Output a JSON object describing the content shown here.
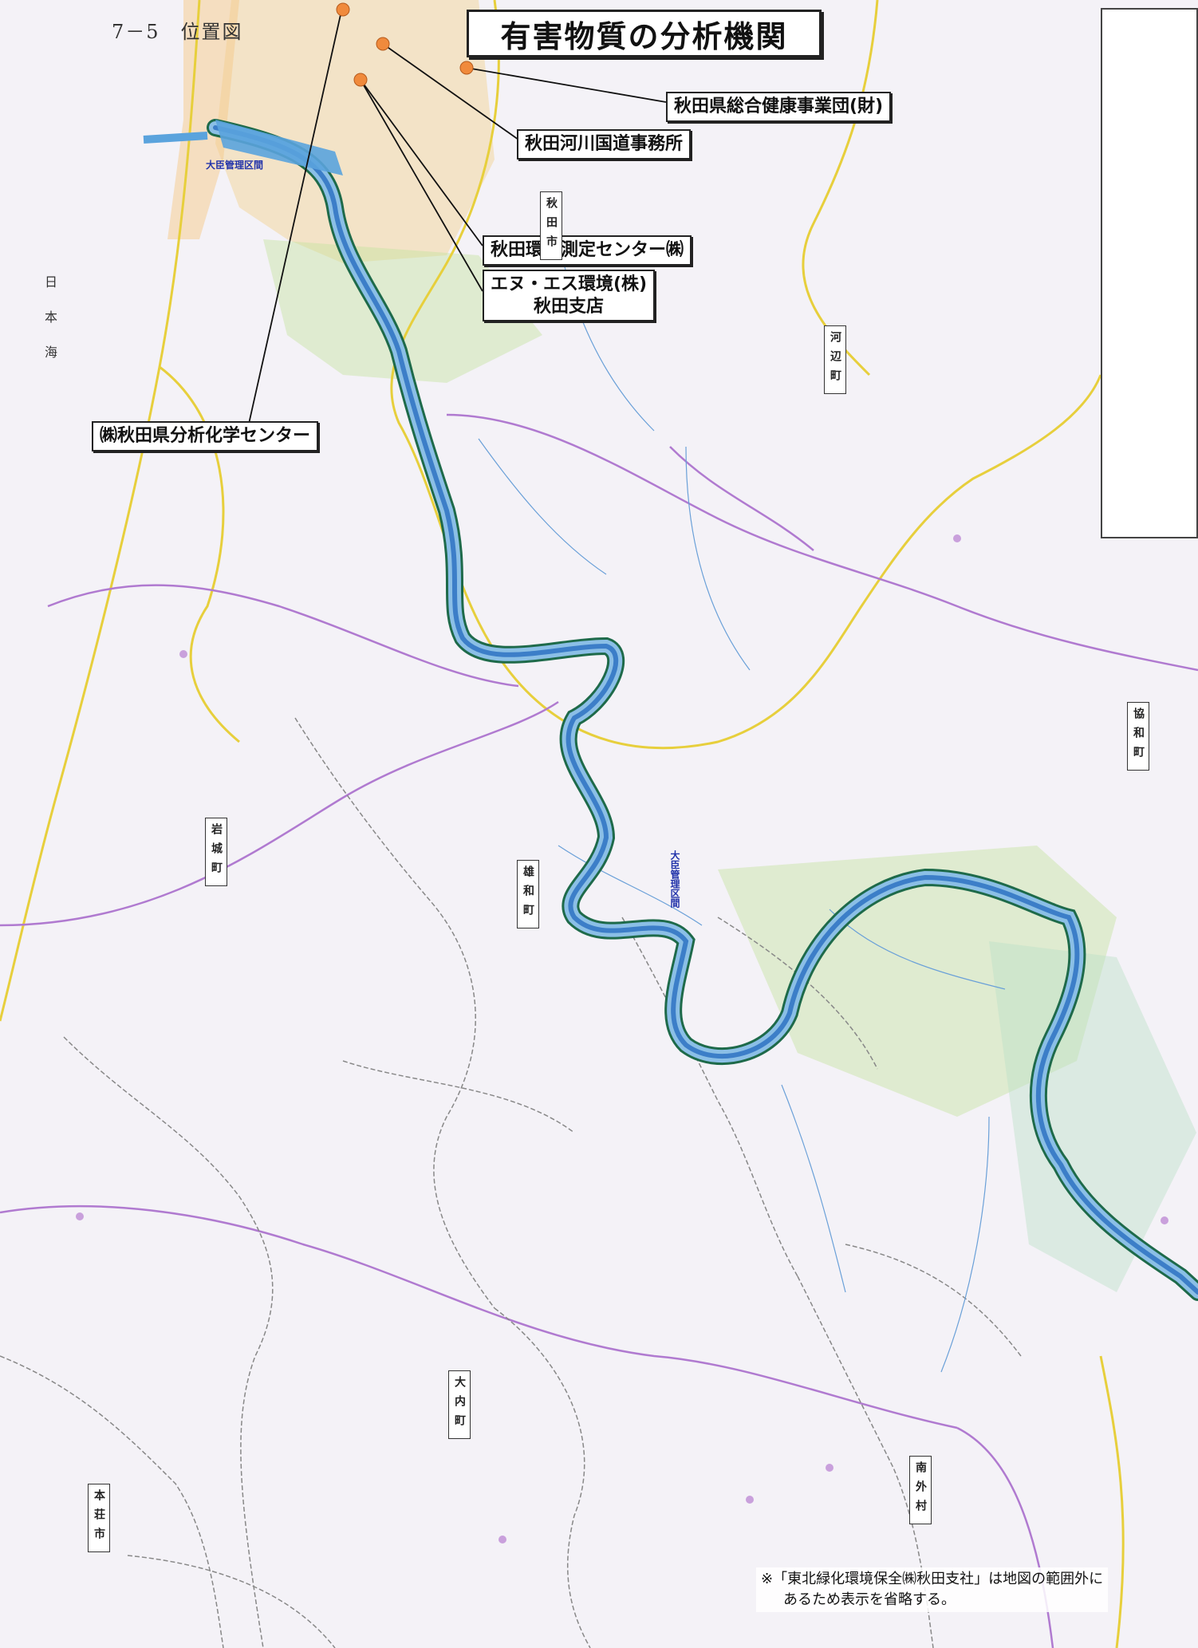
{
  "page_label": "7－5　位置図",
  "title": "有害物質の分析機関",
  "organizations": [
    {
      "id": "soken",
      "label": "秋田県総合健康事業団(財)"
    },
    {
      "id": "kasen",
      "label": "秋田河川国道事務所"
    },
    {
      "id": "kankyo",
      "label": "秋田環境測定センター㈱"
    },
    {
      "id": "nes",
      "label_line1": "エヌ・エス環境(株)",
      "label_line2": "秋田支店"
    },
    {
      "id": "bunseki",
      "label": "㈱秋田県分析化学センター"
    }
  ],
  "sea_label": "日本海",
  "municipalities": {
    "akita": "秋田市",
    "kawabe": "河辺町",
    "kyowa_upper": "協和町",
    "iwaki": "岩城町",
    "yuwa": "雄和町",
    "ouchi": "大内町",
    "honjo": "本荘市",
    "minamisoto": "南外村"
  },
  "blue_labels": {
    "kanri1": "大臣管理区間",
    "kanri2": "大臣管理区間"
  },
  "note": {
    "line1": "※「東北緑化環境保全㈱秋田支社」は地図の範囲外に",
    "line2": "あるため表示を省略する。"
  },
  "colors": {
    "river": "#3c7ec8",
    "river_band": "#8bbfe6",
    "river_edge": "#1e6a4a",
    "pref_boundary": "#e7cf3c",
    "muni_boundary": "#b07ad0",
    "district_line": "#888888",
    "green_area": "#9fcf6a",
    "urban": "#f2d7a0",
    "marker": "#f08a3c"
  }
}
